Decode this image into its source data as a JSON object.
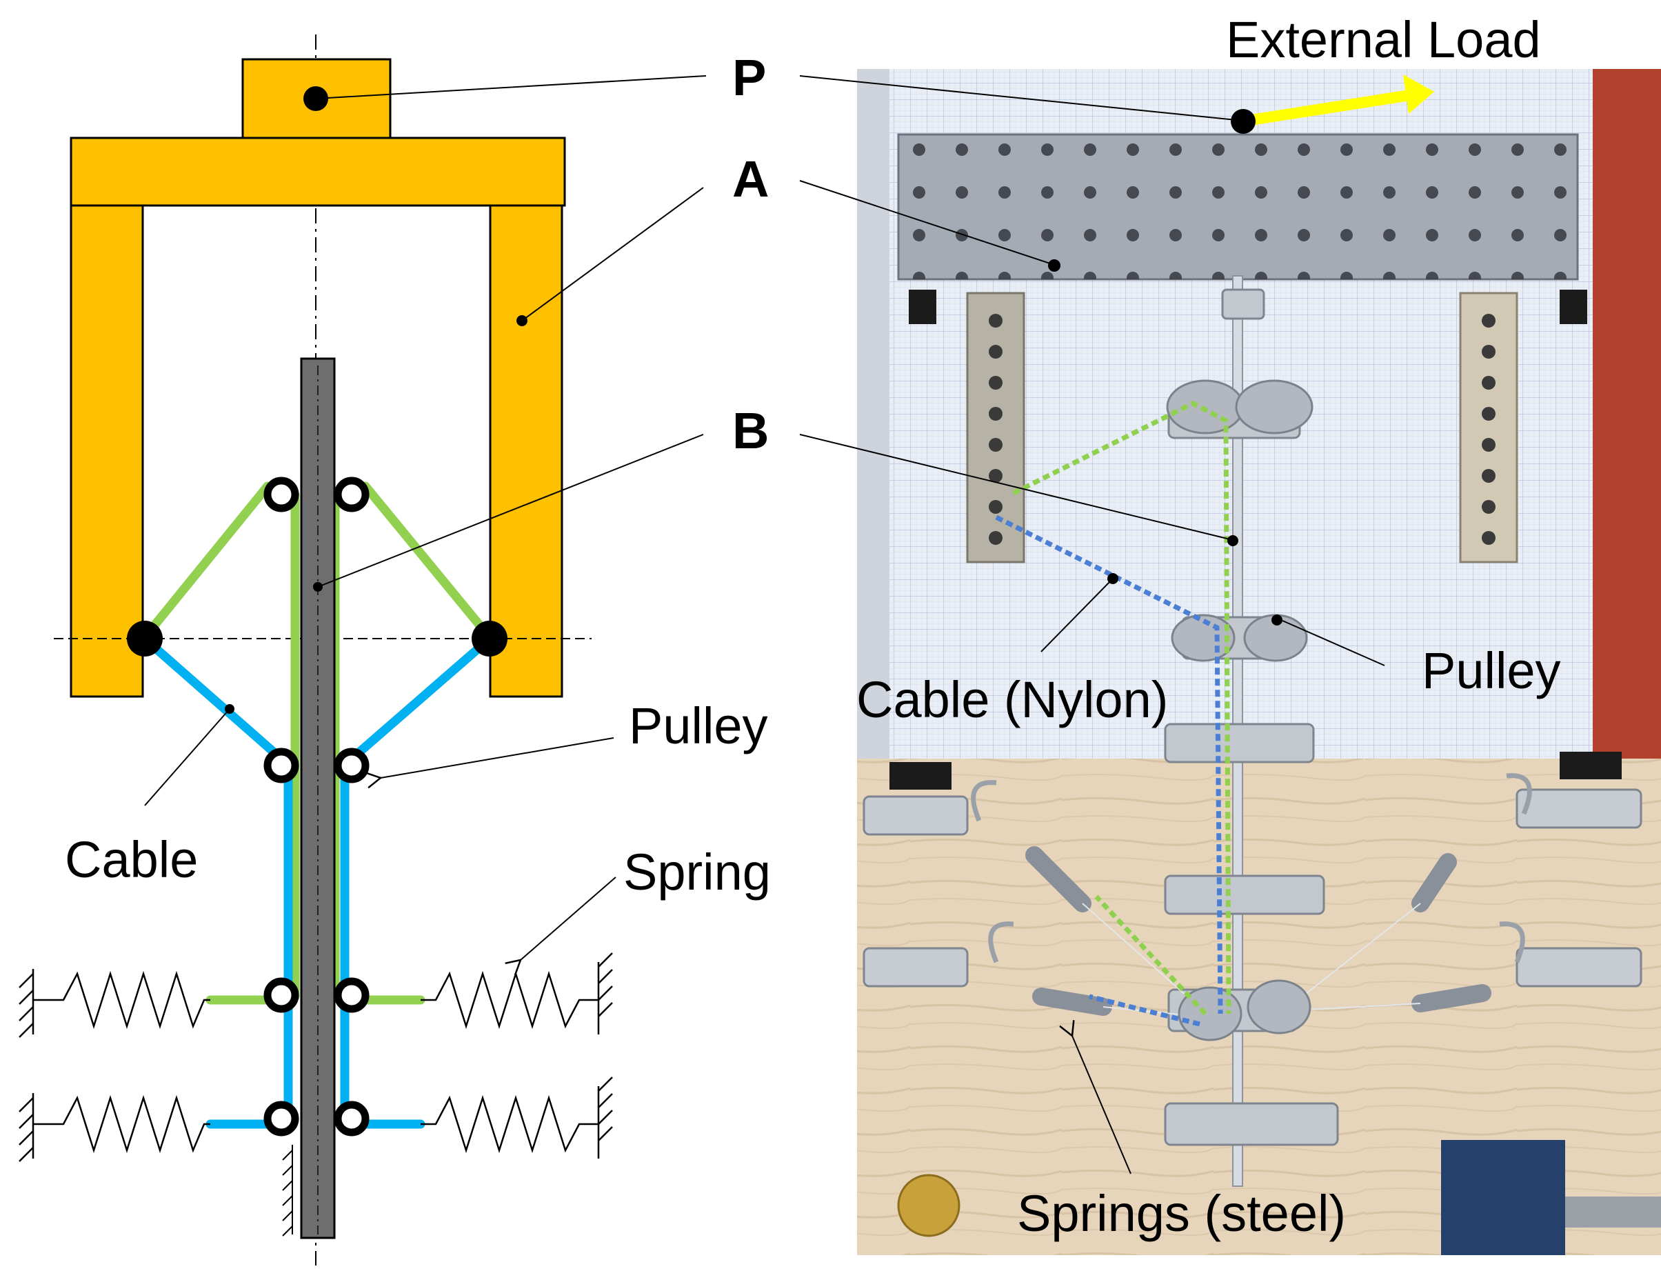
{
  "labels": {
    "p": "P",
    "a": "A",
    "b": "B",
    "external_load": "External Load",
    "pulley_left": "Pulley",
    "pulley_right": "Pulley",
    "cable": "Cable",
    "cable_nylon": "Cable (Nylon)",
    "spring": "Spring",
    "springs_steel": "Springs (steel)"
  },
  "colors": {
    "frame": "#FFC000",
    "rod": "#6e6e6e",
    "cable_green": "#92D050",
    "cable_blue": "#00B0F0",
    "load_arrow": "#FFFF00",
    "photo_green_dots": "#8fd14f",
    "photo_blue_dots": "#4a7fd4"
  }
}
